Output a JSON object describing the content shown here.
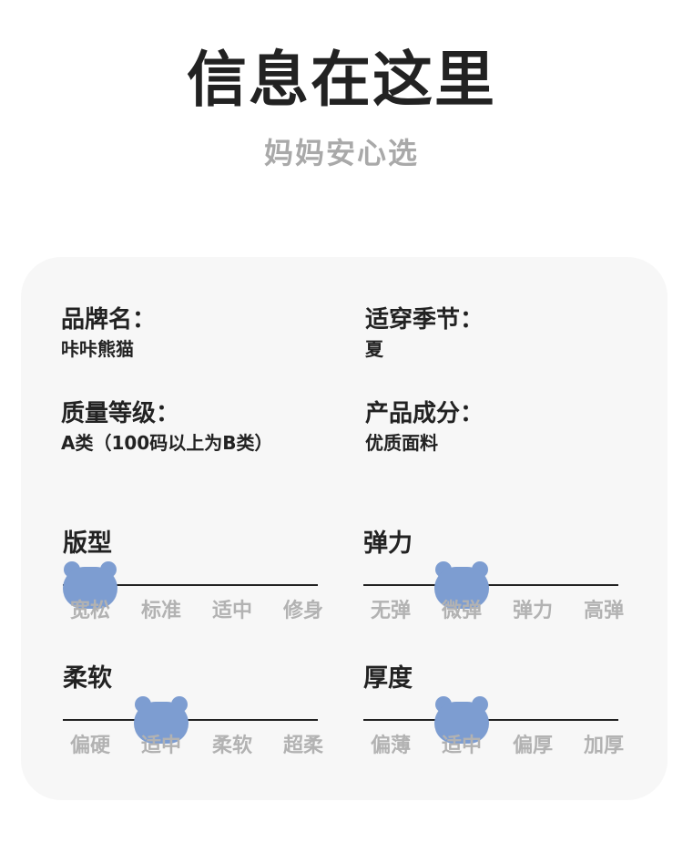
{
  "header": {
    "title": "信息在这里",
    "subtitle": "妈妈安心选"
  },
  "info": {
    "brand": {
      "label": "品牌名：",
      "value": "咔咔熊猫"
    },
    "season": {
      "label": "适穿季节：",
      "value": "夏"
    },
    "quality": {
      "label": "质量等级：",
      "value": "A类（100码以上为B类）"
    },
    "material": {
      "label": "产品成分：",
      "value": "优质面料"
    }
  },
  "attributes": {
    "fit": {
      "title": "版型",
      "options": [
        "宽松",
        "标准",
        "适中",
        "修身"
      ],
      "selected": "宽松"
    },
    "elasticity": {
      "title": "弹力",
      "options": [
        "无弹",
        "微弹",
        "弹力",
        "高弹"
      ],
      "selected": "微弹"
    },
    "softness": {
      "title": "柔软",
      "options": [
        "偏硬",
        "适中",
        "柔软",
        "超柔"
      ],
      "selected": "适中"
    },
    "thickness": {
      "title": "厚度",
      "options": [
        "偏薄",
        "适中",
        "偏厚",
        "加厚"
      ],
      "selected": "适中"
    }
  },
  "colors": {
    "marker": "#7d9dd1",
    "card": "#f7f7f7",
    "option_text": "#b2b2b2",
    "dark_text": "#222222"
  }
}
